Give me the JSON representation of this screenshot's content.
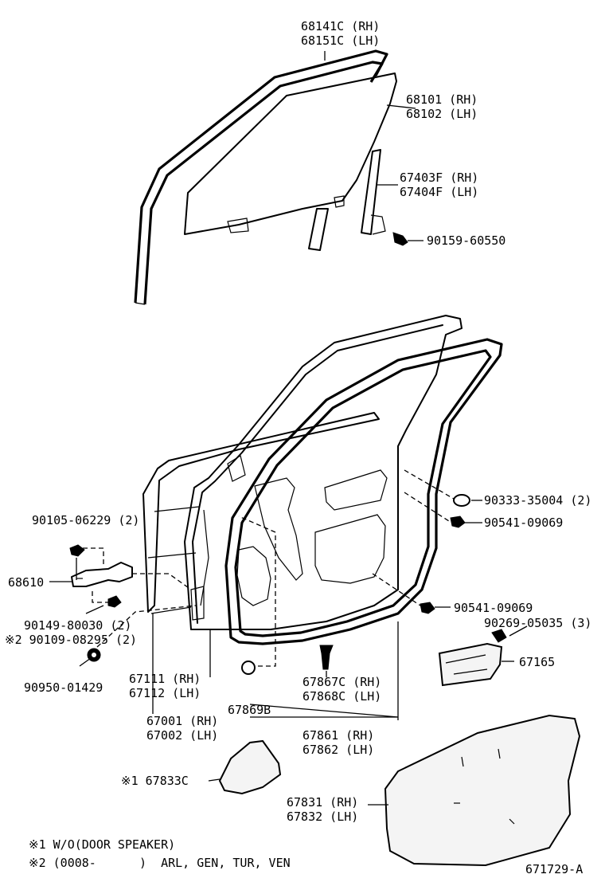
{
  "labels": {
    "l_68141C": "68141C (RH)",
    "l_68151C": "68151C (LH)",
    "l_68101": "68101 (RH)",
    "l_68102": "68102 (LH)",
    "l_67403F": "67403F (RH)",
    "l_67404F": "67404F (LH)",
    "l_90159": "90159-60550",
    "l_90333": "90333-35004 (2)",
    "l_90541a": "90541-09069",
    "l_90105": "90105-06229 (2)",
    "l_68610": "68610",
    "l_90149": "90149-80030 (2)",
    "l_90109": "※2 90109-08295 (2)",
    "l_90950": "90950-01429",
    "l_90541b": "90541-09069",
    "l_90269": "90269-05035 (3)",
    "l_67165": "67165",
    "l_67111": "67111 (RH)",
    "l_67112": "67112 (LH)",
    "l_67867C": "67867C (RH)",
    "l_67868C": "67868C (LH)",
    "l_67869B": "67869B",
    "l_67001": "67001 (RH)",
    "l_67002": "67002 (LH)",
    "l_67861": "67861 (RH)",
    "l_67862": "67862 (LH)",
    "l_67833C": "※1 67833C",
    "l_67831": "67831 (RH)",
    "l_67832": "67832 (LH)"
  },
  "notes": {
    "note1": "※1 W/O(DOOR SPEAKER)",
    "note2": "※2 (0008-      )  ARL, GEN, TUR, VEN"
  },
  "figure_id": "671729-A"
}
